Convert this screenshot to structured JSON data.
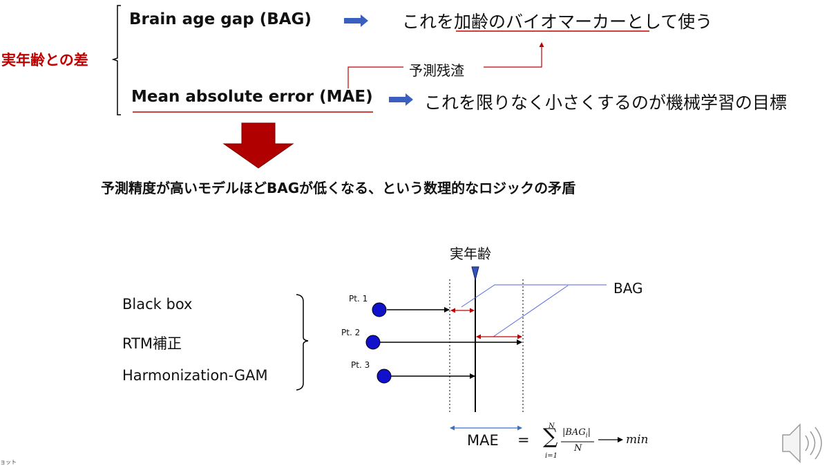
{
  "header": {
    "left_label": "実年齢との差",
    "bag_label": "Brain age gap (BAG)",
    "bag_desc": "これを加齢のバイオマーカーとして使う",
    "residual_label": "予測残渣",
    "mae_label": "Mean absolute error (MAE)",
    "mae_desc": "これを限りなく小さくするのが機械学習の目標"
  },
  "conclusion": "予測精度が高いモデルほどBAGが低くなる、という数理的なロジックの矛盾",
  "methods": [
    "Black box",
    "RTM補正",
    "Harmonization-GAM"
  ],
  "diagram": {
    "true_age_label": "実年齢",
    "bag_label": "BAG",
    "patients": [
      "Pt. 1",
      "Pt. 2",
      "Pt. 3"
    ],
    "formula": {
      "lhs": "MAE",
      "eq": "=",
      "sum_upper": "N",
      "sum_lower": "i=1",
      "numerator": "|BAG",
      "numerator_sub": "i",
      "numerator_end": "|",
      "denominator": "N",
      "result": "min"
    }
  },
  "corner_text": "ョット",
  "colors": {
    "accent_red": "#c00000",
    "arrow_red": "#a30000",
    "arrow_blue": "#3a5fbf",
    "dot_blue": "#1111cc",
    "line_blue": "#5566dd"
  },
  "icons": {
    "speaker": "speaker-icon"
  }
}
